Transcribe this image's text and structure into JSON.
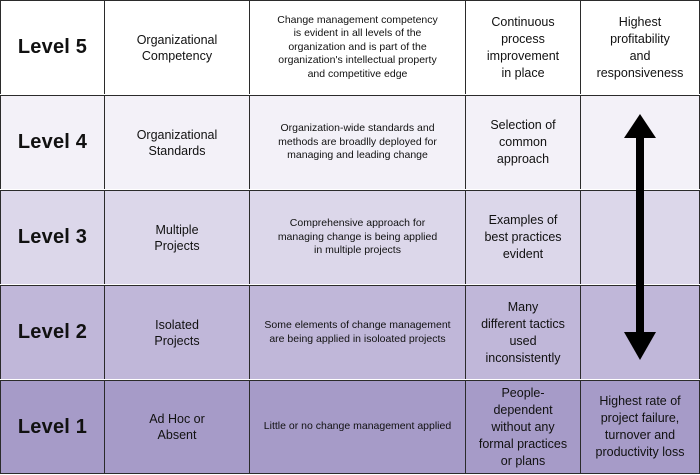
{
  "levels": [
    {
      "level": "Level 5",
      "name": "Organizational\nCompetency",
      "description": "Change management competency\nis evident in all levels of the\norganization and is part of the\norganization's intellectual property\nand competitive edge",
      "practice": "Continuous\nprocess\nimprovement\nin place",
      "outcome": "Highest\nprofitability\nand\nresponsiveness",
      "bg": "#ffffff"
    },
    {
      "level": "Level 4",
      "name": "Organizational\nStandards",
      "description": "Organization-wide standards and\nmethods are broadlly deployed for\nmanaging and leading change",
      "practice": "Selection of\ncommon\napproach",
      "outcome": "",
      "bg": "#f3f1f8"
    },
    {
      "level": "Level 3",
      "name": "Multiple\nProjects",
      "description": "Comprehensive approach for\nmanaging change is being applied\nin multiple projects",
      "practice": "Examples of\nbest practices\nevident",
      "outcome": "",
      "bg": "#dcd7ea"
    },
    {
      "level": "Level 2",
      "name": "Isolated\nProjects",
      "description": "Some elements of change management\nare being applied in isoloated projects",
      "practice": "Many\ndifferent tactics\nused\ninconsistently",
      "outcome": "",
      "bg": "#c0b7d9"
    },
    {
      "level": "Level 1",
      "name": "Ad Hoc or\nAbsent",
      "description": "Little or no change management applied",
      "practice": "People-dependent\nwithout any\nformal practices\nor plans",
      "outcome": "Highest rate of\nproject failure,\nturnover and\nproductivity loss",
      "bg": "#a69bc8"
    }
  ],
  "arrow": {
    "icon": "double-headed-vertical-arrow-icon",
    "color": "#000000"
  }
}
